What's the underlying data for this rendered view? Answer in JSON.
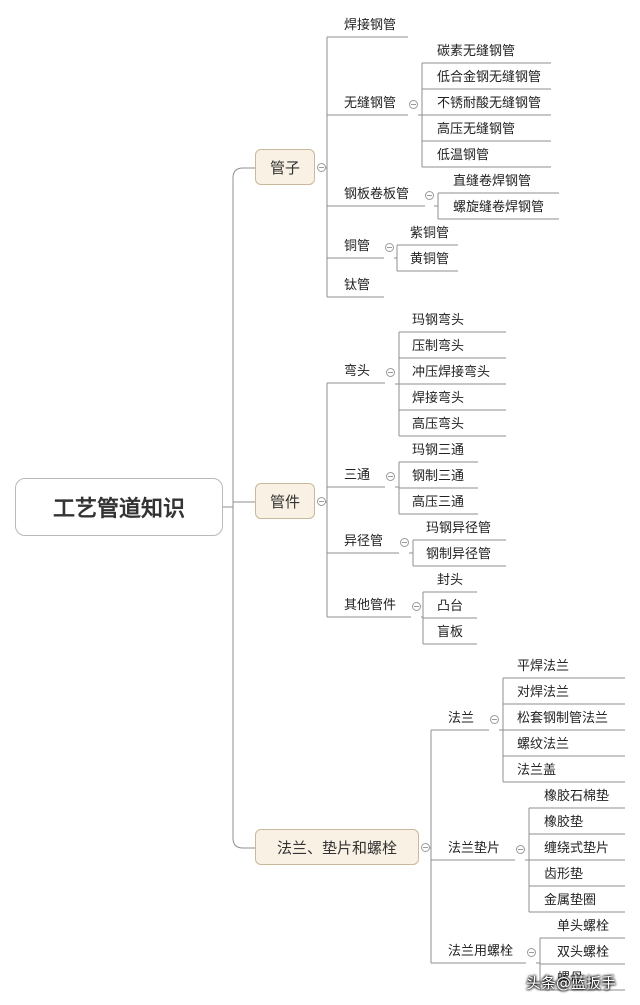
{
  "mindmap": {
    "root": "工艺管道知识",
    "categories": [
      {
        "label": "管子",
        "groups": [
          {
            "label": "焊接钢管",
            "items": []
          },
          {
            "label": "无缝钢管",
            "items": [
              "碳素无缝钢管",
              "低合金钢无缝钢管",
              "不锈耐酸无缝钢管",
              "高压无缝钢管",
              "低温钢管"
            ]
          },
          {
            "label": "钢板卷板管",
            "items": [
              "直缝卷焊钢管",
              "螺旋缝卷焊钢管"
            ]
          },
          {
            "label": "铜管",
            "items": [
              "紫铜管",
              "黄铜管"
            ]
          },
          {
            "label": "钛管",
            "items": []
          }
        ]
      },
      {
        "label": "管件",
        "groups": [
          {
            "label": "弯头",
            "items": [
              "玛钢弯头",
              "压制弯头",
              "冲压焊接弯头",
              "焊接弯头",
              "高压弯头"
            ]
          },
          {
            "label": "三通",
            "items": [
              "玛钢三通",
              "钢制三通",
              "高压三通"
            ]
          },
          {
            "label": "异径管",
            "items": [
              "玛钢异径管",
              "钢制异径管"
            ]
          },
          {
            "label": "其他管件",
            "items": [
              "封头",
              "凸台",
              "盲板"
            ]
          }
        ]
      },
      {
        "label": "法兰、垫片和螺栓",
        "groups": [
          {
            "label": "法兰",
            "items": [
              "平焊法兰",
              "对焊法兰",
              "松套钢制管法兰",
              "螺纹法兰",
              "法兰盖"
            ]
          },
          {
            "label": "法兰垫片",
            "items": [
              "橡胶石棉垫",
              "橡胶垫",
              "缠绕式垫片",
              "齿形垫",
              "金属垫圈"
            ]
          },
          {
            "label": "法兰用螺栓",
            "items": [
              "单头螺栓",
              "双头螺栓",
              "螺母"
            ]
          }
        ]
      }
    ]
  },
  "watermark": "头条@蓝扳手",
  "colors": {
    "line": "#8f8f8f",
    "category_fill": "#f8f1e4",
    "category_border": "#c9b99a"
  }
}
